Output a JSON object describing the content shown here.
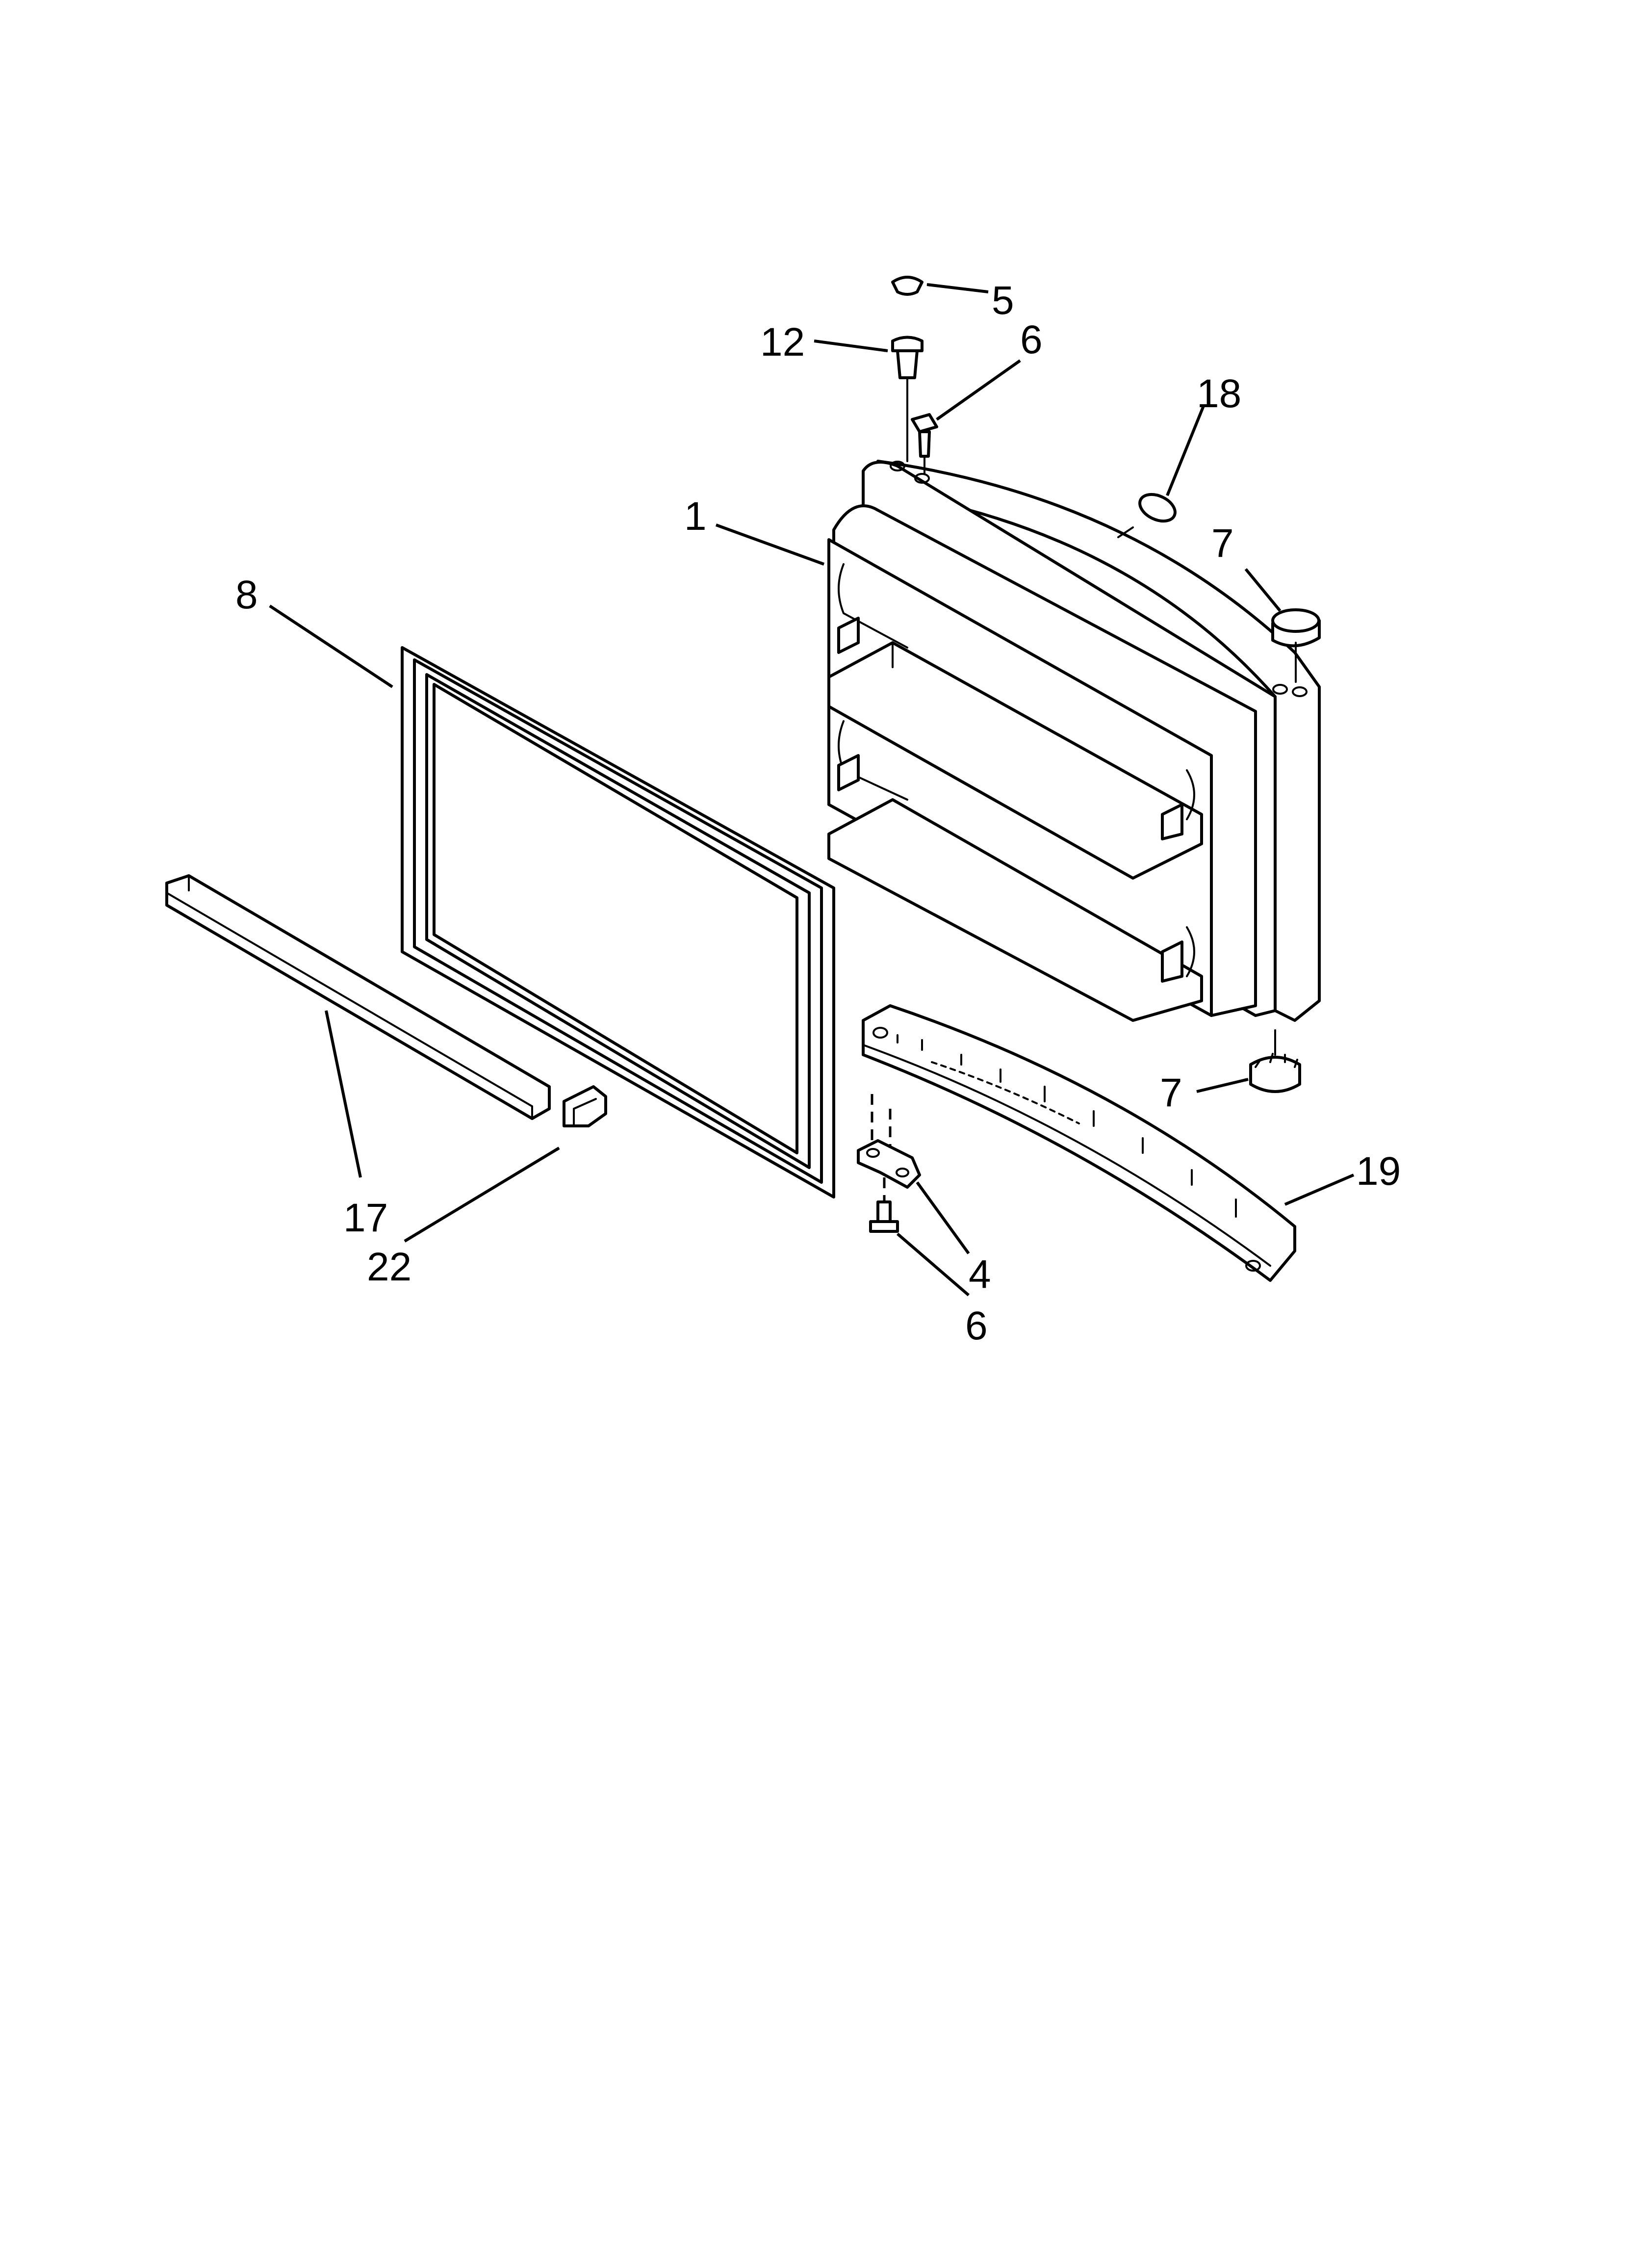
{
  "callouts": {
    "c1": "1",
    "c4": "4",
    "c5": "5",
    "c6_top": "6",
    "c6_bottom": "6",
    "c7_top": "7",
    "c7_bottom": "7",
    "c8": "8",
    "c12": "12",
    "c17": "17",
    "c18": "18",
    "c19": "19",
    "c22": "22"
  }
}
